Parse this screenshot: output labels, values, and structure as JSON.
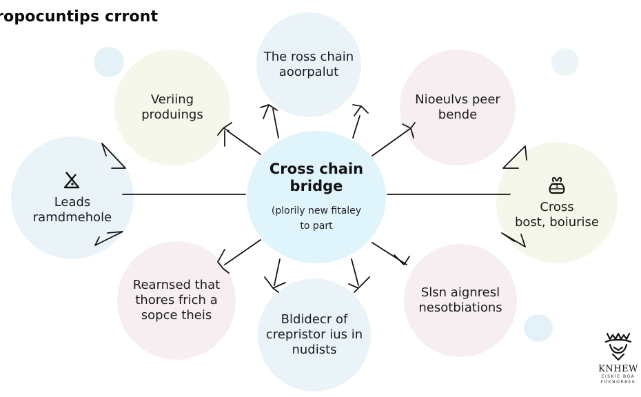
{
  "title": "ropocuntips crront",
  "colors": {
    "hub": "#dff4fb",
    "node_blue": "#eaf4f8",
    "node_green": "#f4f7ea",
    "node_pink": "#f7eef2",
    "line": "#111111"
  },
  "hub": {
    "heading": "Cross chain\nbridge",
    "subtext": "(plorily new fitaley\nto part"
  },
  "nodes": [
    {
      "id": "top",
      "label": "The ross chain\naoorpalut"
    },
    {
      "id": "top-right",
      "label": "Nioeulvs peer\nbende"
    },
    {
      "id": "top-left",
      "label": "Veriing\nproduings"
    },
    {
      "id": "left",
      "label": "Leads\nramdmehole",
      "icon": "warning-triangle-icon"
    },
    {
      "id": "right",
      "label": "Cross\nbost, boiurise",
      "icon": "money-bag-icon"
    },
    {
      "id": "bottom-left",
      "label": "Rearnsed that\nthores frich a\nsopce theis"
    },
    {
      "id": "bottom",
      "label": "Bldidecr of\ncrepristor ius in\nnudists"
    },
    {
      "id": "bottom-right",
      "label": "Slsn aignresl\nnesotbiations"
    }
  ],
  "logo": {
    "name": "KNHEW",
    "tagline_1": "EISKIE BOA",
    "tagline_2": "FOKNORBEK"
  }
}
